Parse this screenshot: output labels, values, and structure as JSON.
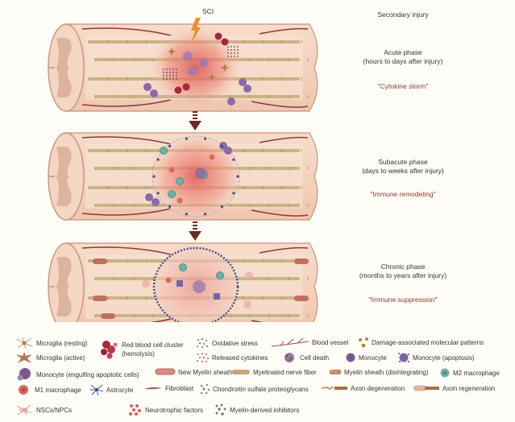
{
  "header": {
    "sci_label": "SCI",
    "column_title": "Secondary injury"
  },
  "phases": [
    {
      "name": "Acute phase",
      "timing": "(hours to days after injury)",
      "theme": "\"Cytokine storm\""
    },
    {
      "name": "Subacute phase",
      "timing": "(days to weeks after injury)",
      "theme": "\"Immune remodeling\""
    },
    {
      "name": "Chronic phase",
      "timing": "(months to years after injury)",
      "theme": "\"Immune suppression\""
    }
  ],
  "legend": {
    "microglia_resting": "Microglia (resting)",
    "microglia_active": "Microglia (active)",
    "rbc_cluster_1": "Red blood cell cluster",
    "rbc_cluster_2": "(hemolysis)",
    "oxidative_stress": "Oxidative stress",
    "released_cytokines": "Released cytokines",
    "blood_vessel": "Blood vessel",
    "damps": "Damage-associated molecular patterns",
    "cell_death": "Cell death",
    "monocyte": "Monocyte",
    "monocyte_apoptosis": "Monocyte (apoptosis)",
    "monocyte_engulfing": "Monocyte (engulfing apoptotic cells)",
    "new_myelin": "New Myelin sheath",
    "myelinated_fiber": "Myelinated nerve fiber",
    "myelin_disintegrating": "Myelin sheath (disintegrating)",
    "m2_macrophage": "M2 macrophage",
    "m1_macrophage": "M1 macrophage",
    "astrocyte": "Astrocyte",
    "fibroblast": "Fibroblast",
    "cspg": "Chondroitin sulfate proteoglycans",
    "axon_degeneration": "Axon degeneration",
    "axon_regeneration": "Axon regeneration",
    "nscs": "NSCs/NPCs",
    "neurotrophic": "Neurotrophic factors",
    "myelin_inhibitors": "Myelin-derived inhibitors"
  },
  "colors": {
    "cord": "#f3d3bd",
    "cord_edge": "#c8937a",
    "grey_matter": "#dcb49c",
    "vessel": "#8b3a3a",
    "lesion": "#e0574f",
    "fiber": "#cbb386",
    "arrow": "#6b2a22",
    "quote": "#8b3a2a",
    "monocyte": "#8c6aa8",
    "m2": "#6fb3a8",
    "m1": "#d96a5a",
    "astro": "#3d4f8a"
  }
}
